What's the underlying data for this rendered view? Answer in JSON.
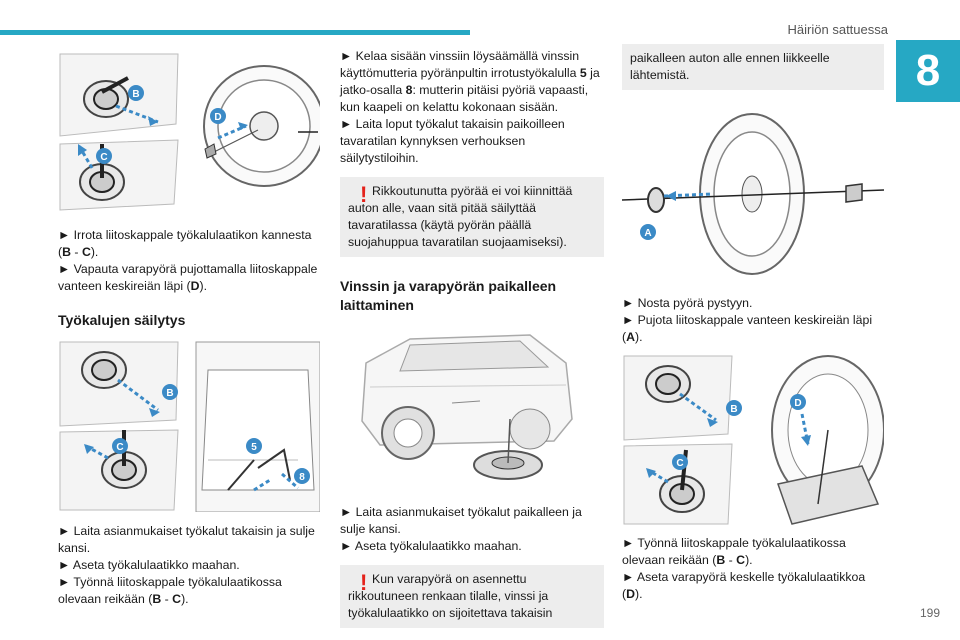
{
  "header": {
    "title": "Häiriön sattuessa",
    "chapter": "8",
    "page": "199"
  },
  "colors": {
    "accent": "#26a8c4",
    "warning": "#e4221b",
    "note_bg": "#ededed",
    "label_bubble": "#3b8ac6"
  },
  "col1": {
    "fig1_labels": [
      "B",
      "C",
      "D"
    ],
    "p1": [
      "► Irrota liitoskappale työkalulaatikon kannesta (",
      "B",
      " - ",
      "C",
      ")."
    ],
    "p2": [
      "► Vapauta varapyörä pujottamalla liitoskappale vanteen keskireiän läpi (",
      "D",
      ")."
    ],
    "h1": "Työkalujen säilytys",
    "fig2_labels": [
      "B",
      "C",
      "5",
      "8"
    ],
    "p3": "► Laita asianmukaiset työkalut takaisin ja sulje kansi.",
    "p4": "► Aseta työkalulaatikko maahan.",
    "p5": [
      "► Työnnä liitoskappale työkalulaatikossa olevaan reikään (",
      "B",
      " - ",
      "C",
      ")."
    ]
  },
  "col2": {
    "p1": [
      "► Kelaa sisään vinssiin löysäämällä vinssin käyttömutteria pyöränpultin irrotustyökalulla ",
      "5",
      " ja jatko-osalla ",
      "8",
      ": mutterin pitäisi pyöriä vapaasti, kun kaapeli on kelattu kokonaan sisään."
    ],
    "p2": "► Laita loput työkalut takaisin paikoilleen tavaratilan kynnyksen verhouksen säilytystiloihin.",
    "note1": "Rikkoutunutta pyörää ei voi kiinnittää auton alle, vaan sitä pitää säilyttää tavaratilassa (käytä pyörän päällä suojahuppua tavaratilan suojaamiseksi).",
    "h1": "Vinssin ja varapyörän paikalleen laittaminen",
    "p3": "► Laita asianmukaiset työkalut paikalleen ja sulje kansi.",
    "p4": "► Aseta työkalulaatikko maahan.",
    "note2": "Kun varapyörä on asennettu rikkoutuneen renkaan tilalle, vinssi ja työkalulaatikko on sijoitettava takaisin"
  },
  "col3": {
    "note_cont": "paikalleen auton alle ennen liikkeelle lähtemistä.",
    "fig1_labels": [
      "A"
    ],
    "p1": "► Nosta pyörä pystyyn.",
    "p2": [
      "► Pujota liitoskappale vanteen keskireiän läpi (",
      "A",
      ")."
    ],
    "fig2_labels": [
      "B",
      "C",
      "D"
    ],
    "p3": [
      "► Työnnä liitoskappale työkalulaatikossa olevaan reikään (",
      "B",
      " - ",
      "C",
      ")."
    ],
    "p4": [
      "► Aseta varapyörä keskelle työkalulaatikkoa (",
      "D",
      ")."
    ]
  }
}
